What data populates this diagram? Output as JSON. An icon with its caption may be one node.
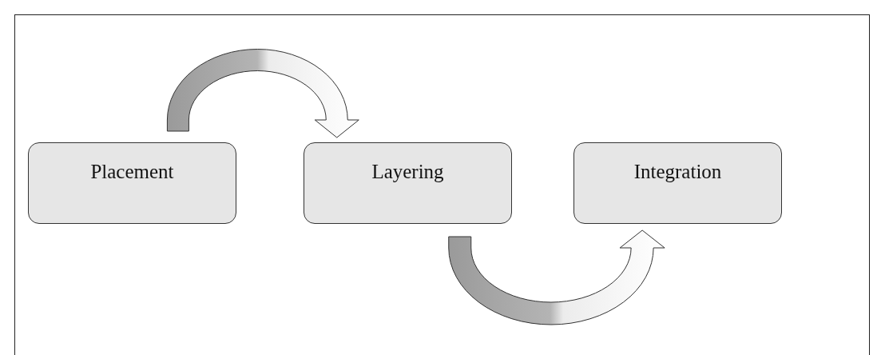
{
  "diagram": {
    "nodes": [
      {
        "text": [
          "Placement"
        ]
      },
      {
        "text": [
          "Layering"
        ]
      },
      {
        "text": [
          "Integration"
        ]
      }
    ],
    "edges": [
      {
        "from": 0,
        "to": 1,
        "arrow": "to"
      },
      {
        "from": 1,
        "to": 2,
        "arrow": "to"
      }
    ]
  }
}
